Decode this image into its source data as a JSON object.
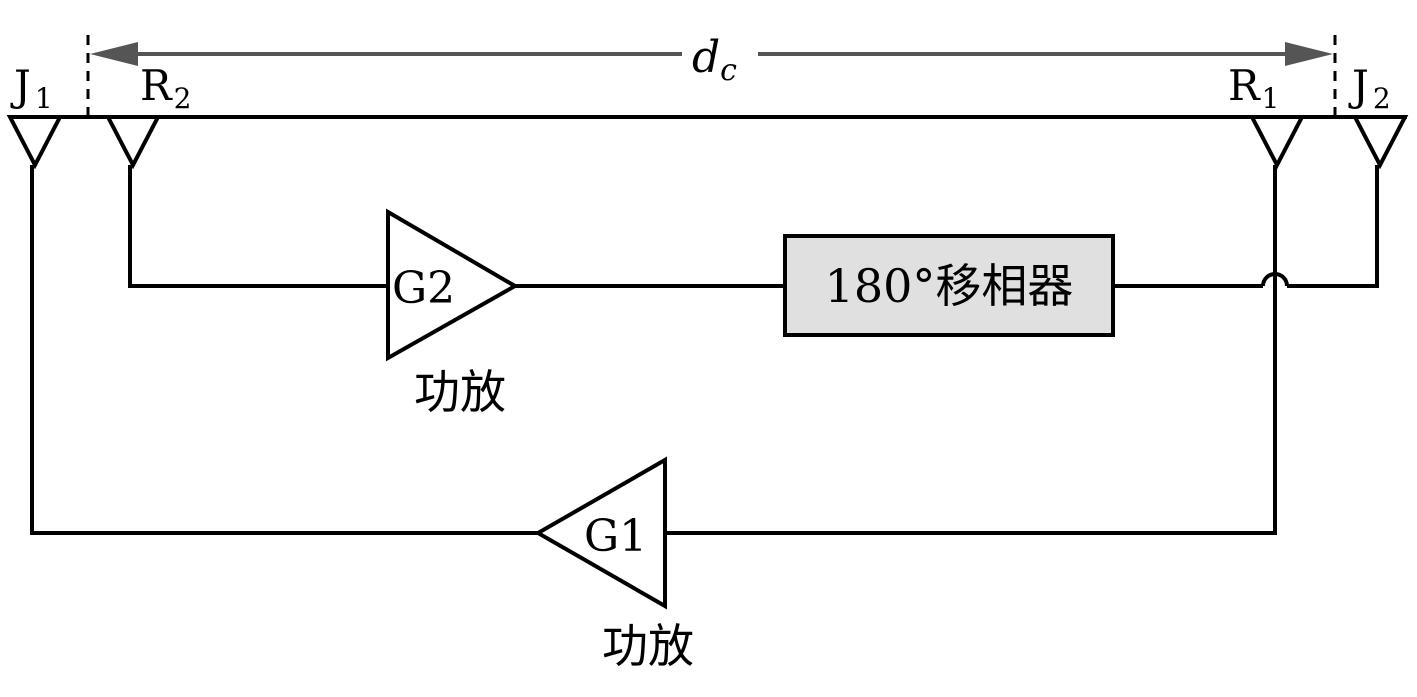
{
  "dimension": {
    "label_main": "d",
    "label_sub": "c"
  },
  "antennas": {
    "j1": {
      "main": "J",
      "sub": "1"
    },
    "r2": {
      "main": "R",
      "sub": "2"
    },
    "r1": {
      "main": "R",
      "sub": "1"
    },
    "j2": {
      "main": "J",
      "sub": "2"
    }
  },
  "amplifiers": {
    "g2": {
      "label": "G2",
      "caption": "功放"
    },
    "g1": {
      "label": "G1",
      "caption": "功放"
    }
  },
  "phase_shifter": {
    "label": "180°移相器"
  }
}
